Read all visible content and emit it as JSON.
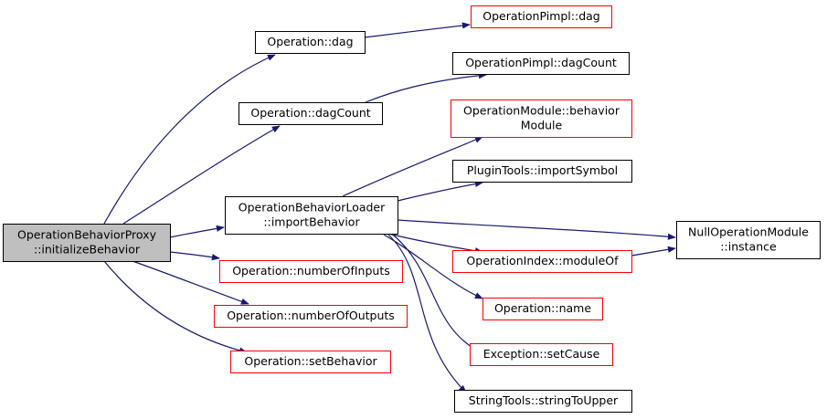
{
  "colors": {
    "edge": "#191970",
    "normal_border": "#000000",
    "external_border": "#ff0000",
    "focus_fill": "#bfbfbf",
    "fill": "#ffffff"
  },
  "nodes": [
    {
      "id": "proxy",
      "lines": [
        "OperationBehaviorProxy",
        "::initializeBehavior"
      ],
      "style": "focus"
    },
    {
      "id": "op-dag",
      "lines": [
        "Operation::dag"
      ],
      "style": "normal"
    },
    {
      "id": "pimpl-dag",
      "lines": [
        "OperationPimpl::dag"
      ],
      "style": "external"
    },
    {
      "id": "op-dagcount",
      "lines": [
        "Operation::dagCount"
      ],
      "style": "normal"
    },
    {
      "id": "pimpl-dagcount",
      "lines": [
        "OperationPimpl::dagCount"
      ],
      "style": "normal"
    },
    {
      "id": "module-behavior",
      "lines": [
        "OperationModule::behavior",
        "Module"
      ],
      "style": "external"
    },
    {
      "id": "plugin-import",
      "lines": [
        "PluginTools::importSymbol"
      ],
      "style": "normal"
    },
    {
      "id": "loader",
      "lines": [
        "OperationBehaviorLoader",
        "::importBehavior"
      ],
      "style": "normal"
    },
    {
      "id": "null-module",
      "lines": [
        "NullOperationModule",
        "::instance"
      ],
      "style": "normal"
    },
    {
      "id": "index-moduleof",
      "lines": [
        "OperationIndex::moduleOf"
      ],
      "style": "external"
    },
    {
      "id": "op-inputs",
      "lines": [
        "Operation::numberOfInputs"
      ],
      "style": "external"
    },
    {
      "id": "op-name",
      "lines": [
        "Operation::name"
      ],
      "style": "external"
    },
    {
      "id": "op-outputs",
      "lines": [
        "Operation::numberOfOutputs"
      ],
      "style": "external"
    },
    {
      "id": "exc-setcause",
      "lines": [
        "Exception::setCause"
      ],
      "style": "external"
    },
    {
      "id": "op-setbehavior",
      "lines": [
        "Operation::setBehavior"
      ],
      "style": "external"
    },
    {
      "id": "str-upper",
      "lines": [
        "StringTools::stringToUpper"
      ],
      "style": "normal"
    }
  ],
  "edges": [
    [
      "proxy",
      "op-dag"
    ],
    [
      "proxy",
      "op-dagcount"
    ],
    [
      "proxy",
      "loader"
    ],
    [
      "proxy",
      "op-inputs"
    ],
    [
      "proxy",
      "op-outputs"
    ],
    [
      "proxy",
      "op-setbehavior"
    ],
    [
      "op-dag",
      "pimpl-dag"
    ],
    [
      "op-dagcount",
      "pimpl-dagcount"
    ],
    [
      "loader",
      "module-behavior"
    ],
    [
      "loader",
      "plugin-import"
    ],
    [
      "loader",
      "null-module"
    ],
    [
      "loader",
      "index-moduleof"
    ],
    [
      "loader",
      "op-name"
    ],
    [
      "loader",
      "exc-setcause"
    ],
    [
      "loader",
      "str-upper"
    ],
    [
      "index-moduleof",
      "null-module"
    ]
  ]
}
